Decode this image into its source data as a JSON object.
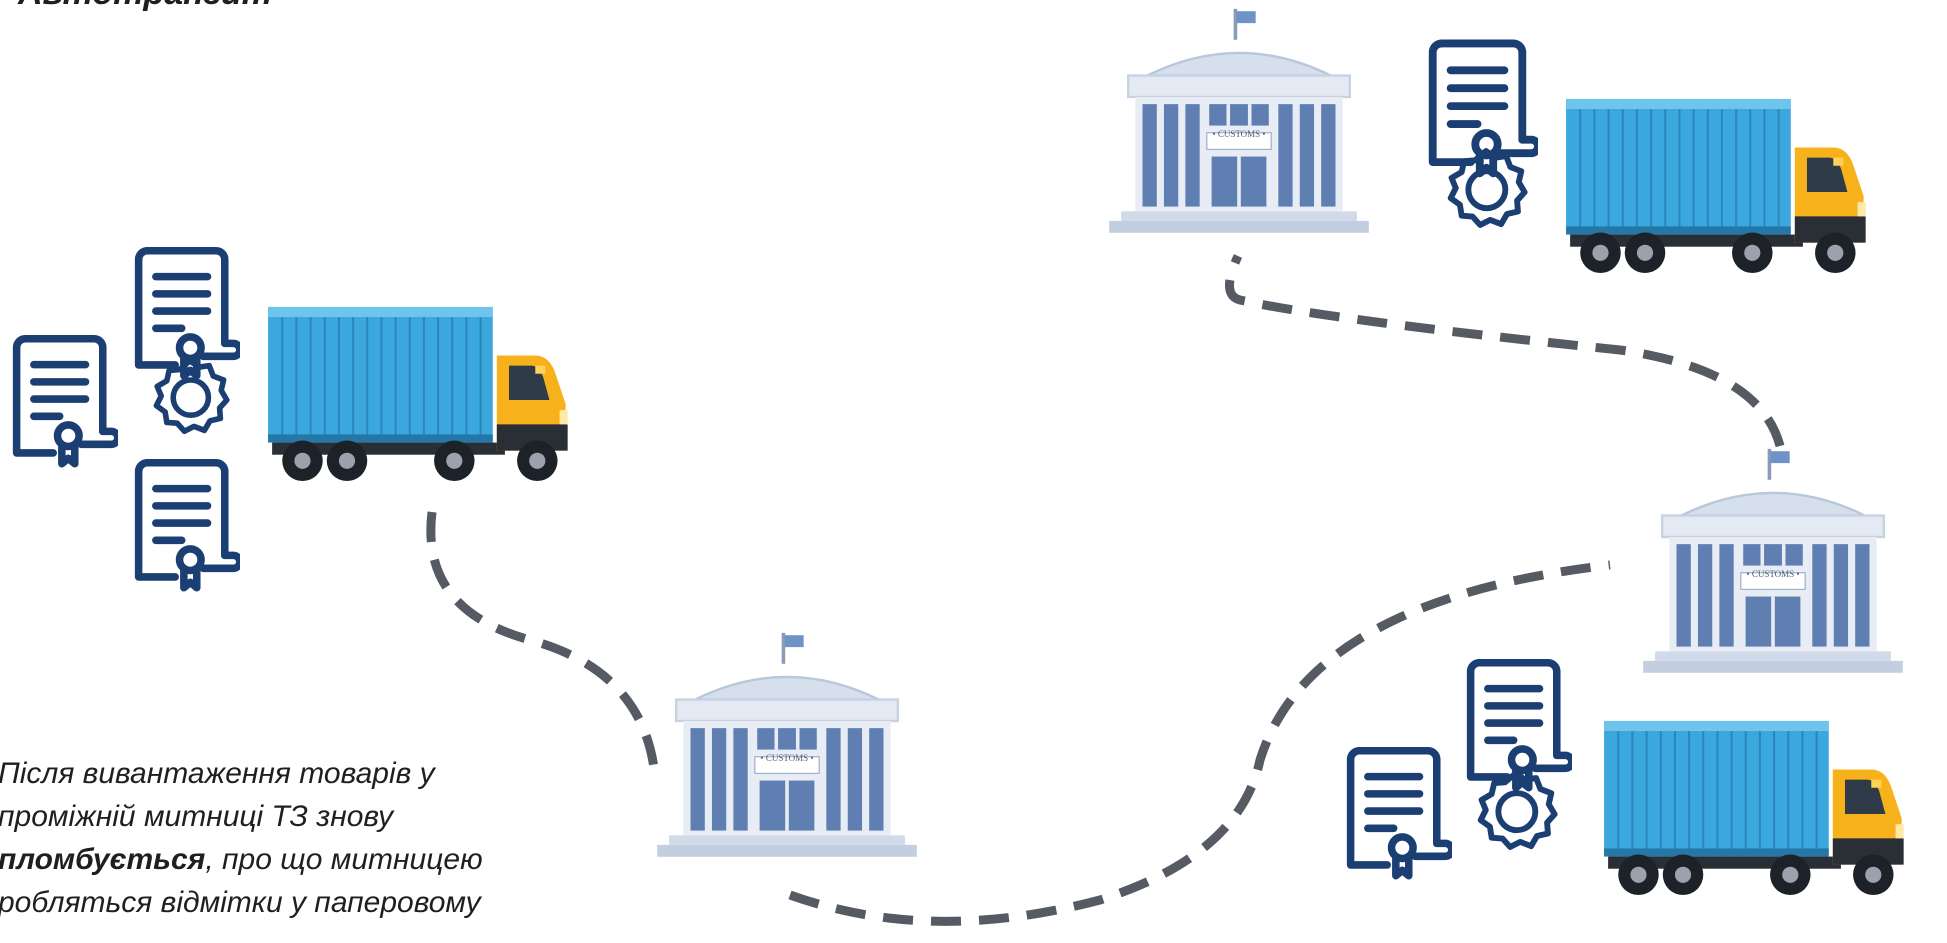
{
  "heading": "Автотранзит",
  "customs_sign": "• CUSTOMS •",
  "caption": {
    "line1": "Після вивантаження товарів у",
    "line2": "проміжній митниці ТЗ знову",
    "line3_bold": "пломбується",
    "line3_rest": ", про що митницею",
    "line4": "робляться відмітки у паперовому"
  },
  "colors": {
    "document_icon": "#1b3f73",
    "customs_wall": "#dfe6f0",
    "customs_column": "#5f7fb3",
    "container": "#3aa7dd",
    "cab": "#f7b21b",
    "route": "#555a63"
  },
  "icons": [
    "document-icon",
    "seal-icon",
    "customs-building-icon",
    "truck-icon"
  ]
}
